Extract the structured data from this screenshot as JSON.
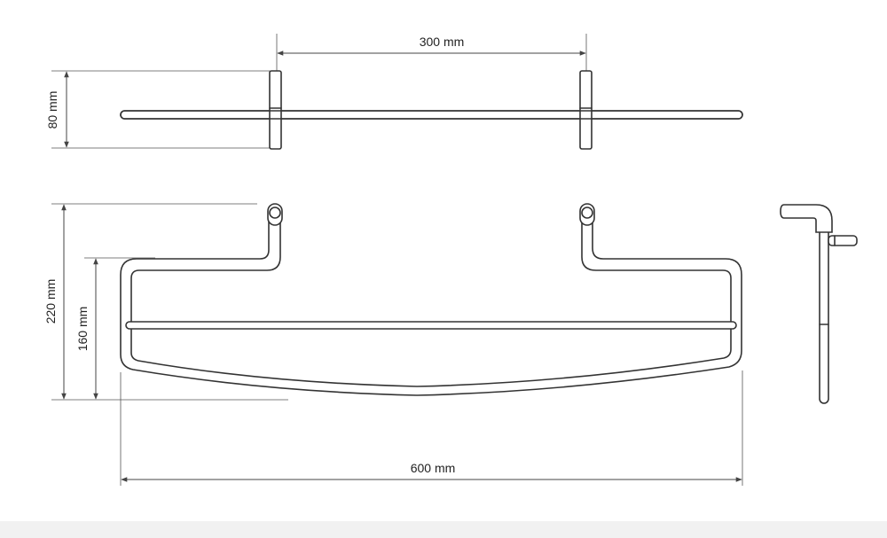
{
  "dimensions": {
    "top_width": "300 mm",
    "side_height": "80 mm",
    "front_height_total": "220 mm",
    "front_height_basket": "160 mm",
    "overall_width": "600 mm"
  },
  "colors": {
    "line": "#333333",
    "dimension_line": "#444444",
    "background": "#ffffff"
  }
}
